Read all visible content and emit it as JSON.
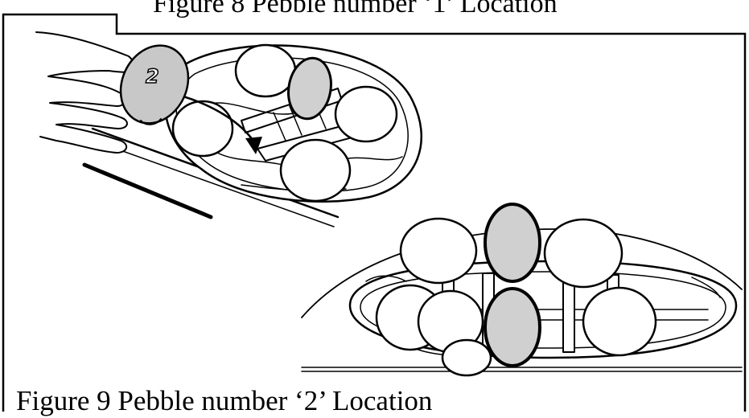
{
  "captions": {
    "figure8": "Figure 8 Pebble number ‘1’ Location",
    "figure9": "Figure 9 Pebble number ‘2’ Location"
  },
  "pebble_label": "2",
  "colors": {
    "outline": "#000000",
    "pebble_fill": "#ffffff",
    "highlight_fill": "#d0d0d0",
    "background": "#ffffff"
  }
}
